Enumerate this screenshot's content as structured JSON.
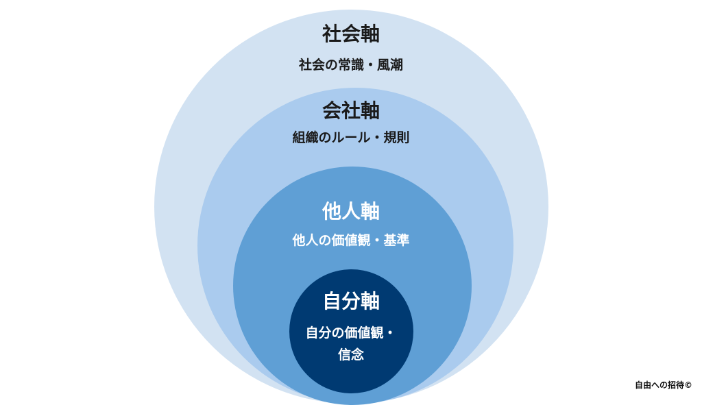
{
  "layers": {
    "society": {
      "title": "社会軸",
      "subtitle": "社会の常識・風潮"
    },
    "company": {
      "title": "会社軸",
      "subtitle": "組織のルール・規則"
    },
    "others": {
      "title": "他人軸",
      "subtitle": "他人の価値観・基準"
    },
    "self": {
      "title": "自分軸",
      "subtitle_line1": "自分の価値観・",
      "subtitle_line2": "信念"
    }
  },
  "credit": "自由への招待©",
  "colors": {
    "society": "#d2e2f2",
    "company": "#aacbee",
    "others": "#5f9fd5",
    "self": "#003a72",
    "text_dark": "#1a1a1a",
    "text_light": "#ffffff"
  }
}
